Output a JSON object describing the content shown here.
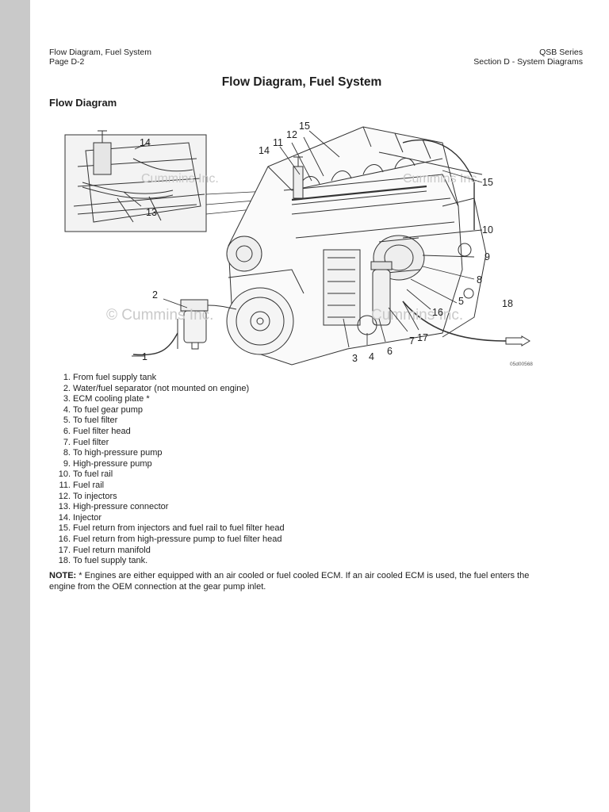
{
  "header": {
    "left_line1": "Flow Diagram, Fuel System",
    "left_line2": "Page D-2",
    "right_line1": "QSB Series",
    "right_line2": "Section D - System Diagrams"
  },
  "title": "Flow Diagram, Fuel System",
  "subheading": "Flow Diagram",
  "diagram": {
    "watermark_left": "© Cummins Inc.",
    "watermark_right": "Cummins Inc.",
    "watermark_top_left": "Cummins Inc.",
    "watermark_top_right": "Cummins Inc.",
    "figure_code": "05d00568",
    "callouts": [
      "1",
      "2",
      "3",
      "4",
      "5",
      "6",
      "7",
      "8",
      "9",
      "10",
      "11",
      "12",
      "13",
      "14",
      "15",
      "16",
      "17",
      "18"
    ],
    "inset_callouts": [
      "14",
      "13"
    ]
  },
  "legend": [
    {
      "num": "1.",
      "text": "From fuel supply tank"
    },
    {
      "num": "2.",
      "text": "Water/fuel separator (not mounted on engine)"
    },
    {
      "num": "3.",
      "text": "ECM cooling plate *"
    },
    {
      "num": "4.",
      "text": "To fuel gear pump"
    },
    {
      "num": "5.",
      "text": "To fuel filter"
    },
    {
      "num": "6.",
      "text": "Fuel filter head"
    },
    {
      "num": "7.",
      "text": "Fuel filter"
    },
    {
      "num": "8.",
      "text": "To high-pressure pump"
    },
    {
      "num": "9.",
      "text": "High-pressure pump"
    },
    {
      "num": "10.",
      "text": "To fuel rail"
    },
    {
      "num": "11.",
      "text": "Fuel rail"
    },
    {
      "num": "12.",
      "text": "To injectors"
    },
    {
      "num": "13.",
      "text": "High-pressure connector"
    },
    {
      "num": "14.",
      "text": "Injector"
    },
    {
      "num": "15.",
      "text": "Fuel return from injectors and fuel rail to fuel filter head"
    },
    {
      "num": "16.",
      "text": "Fuel return from high-pressure pump to fuel filter head"
    },
    {
      "num": "17.",
      "text": "Fuel return manifold"
    },
    {
      "num": "18.",
      "text": "To fuel supply tank."
    }
  ],
  "note": {
    "label": "NOTE:",
    "text": " * Engines are either equipped with an air cooled or fuel cooled ECM. If an air cooled ECM is used, the fuel enters the engine from the OEM connection at the gear pump inlet."
  }
}
